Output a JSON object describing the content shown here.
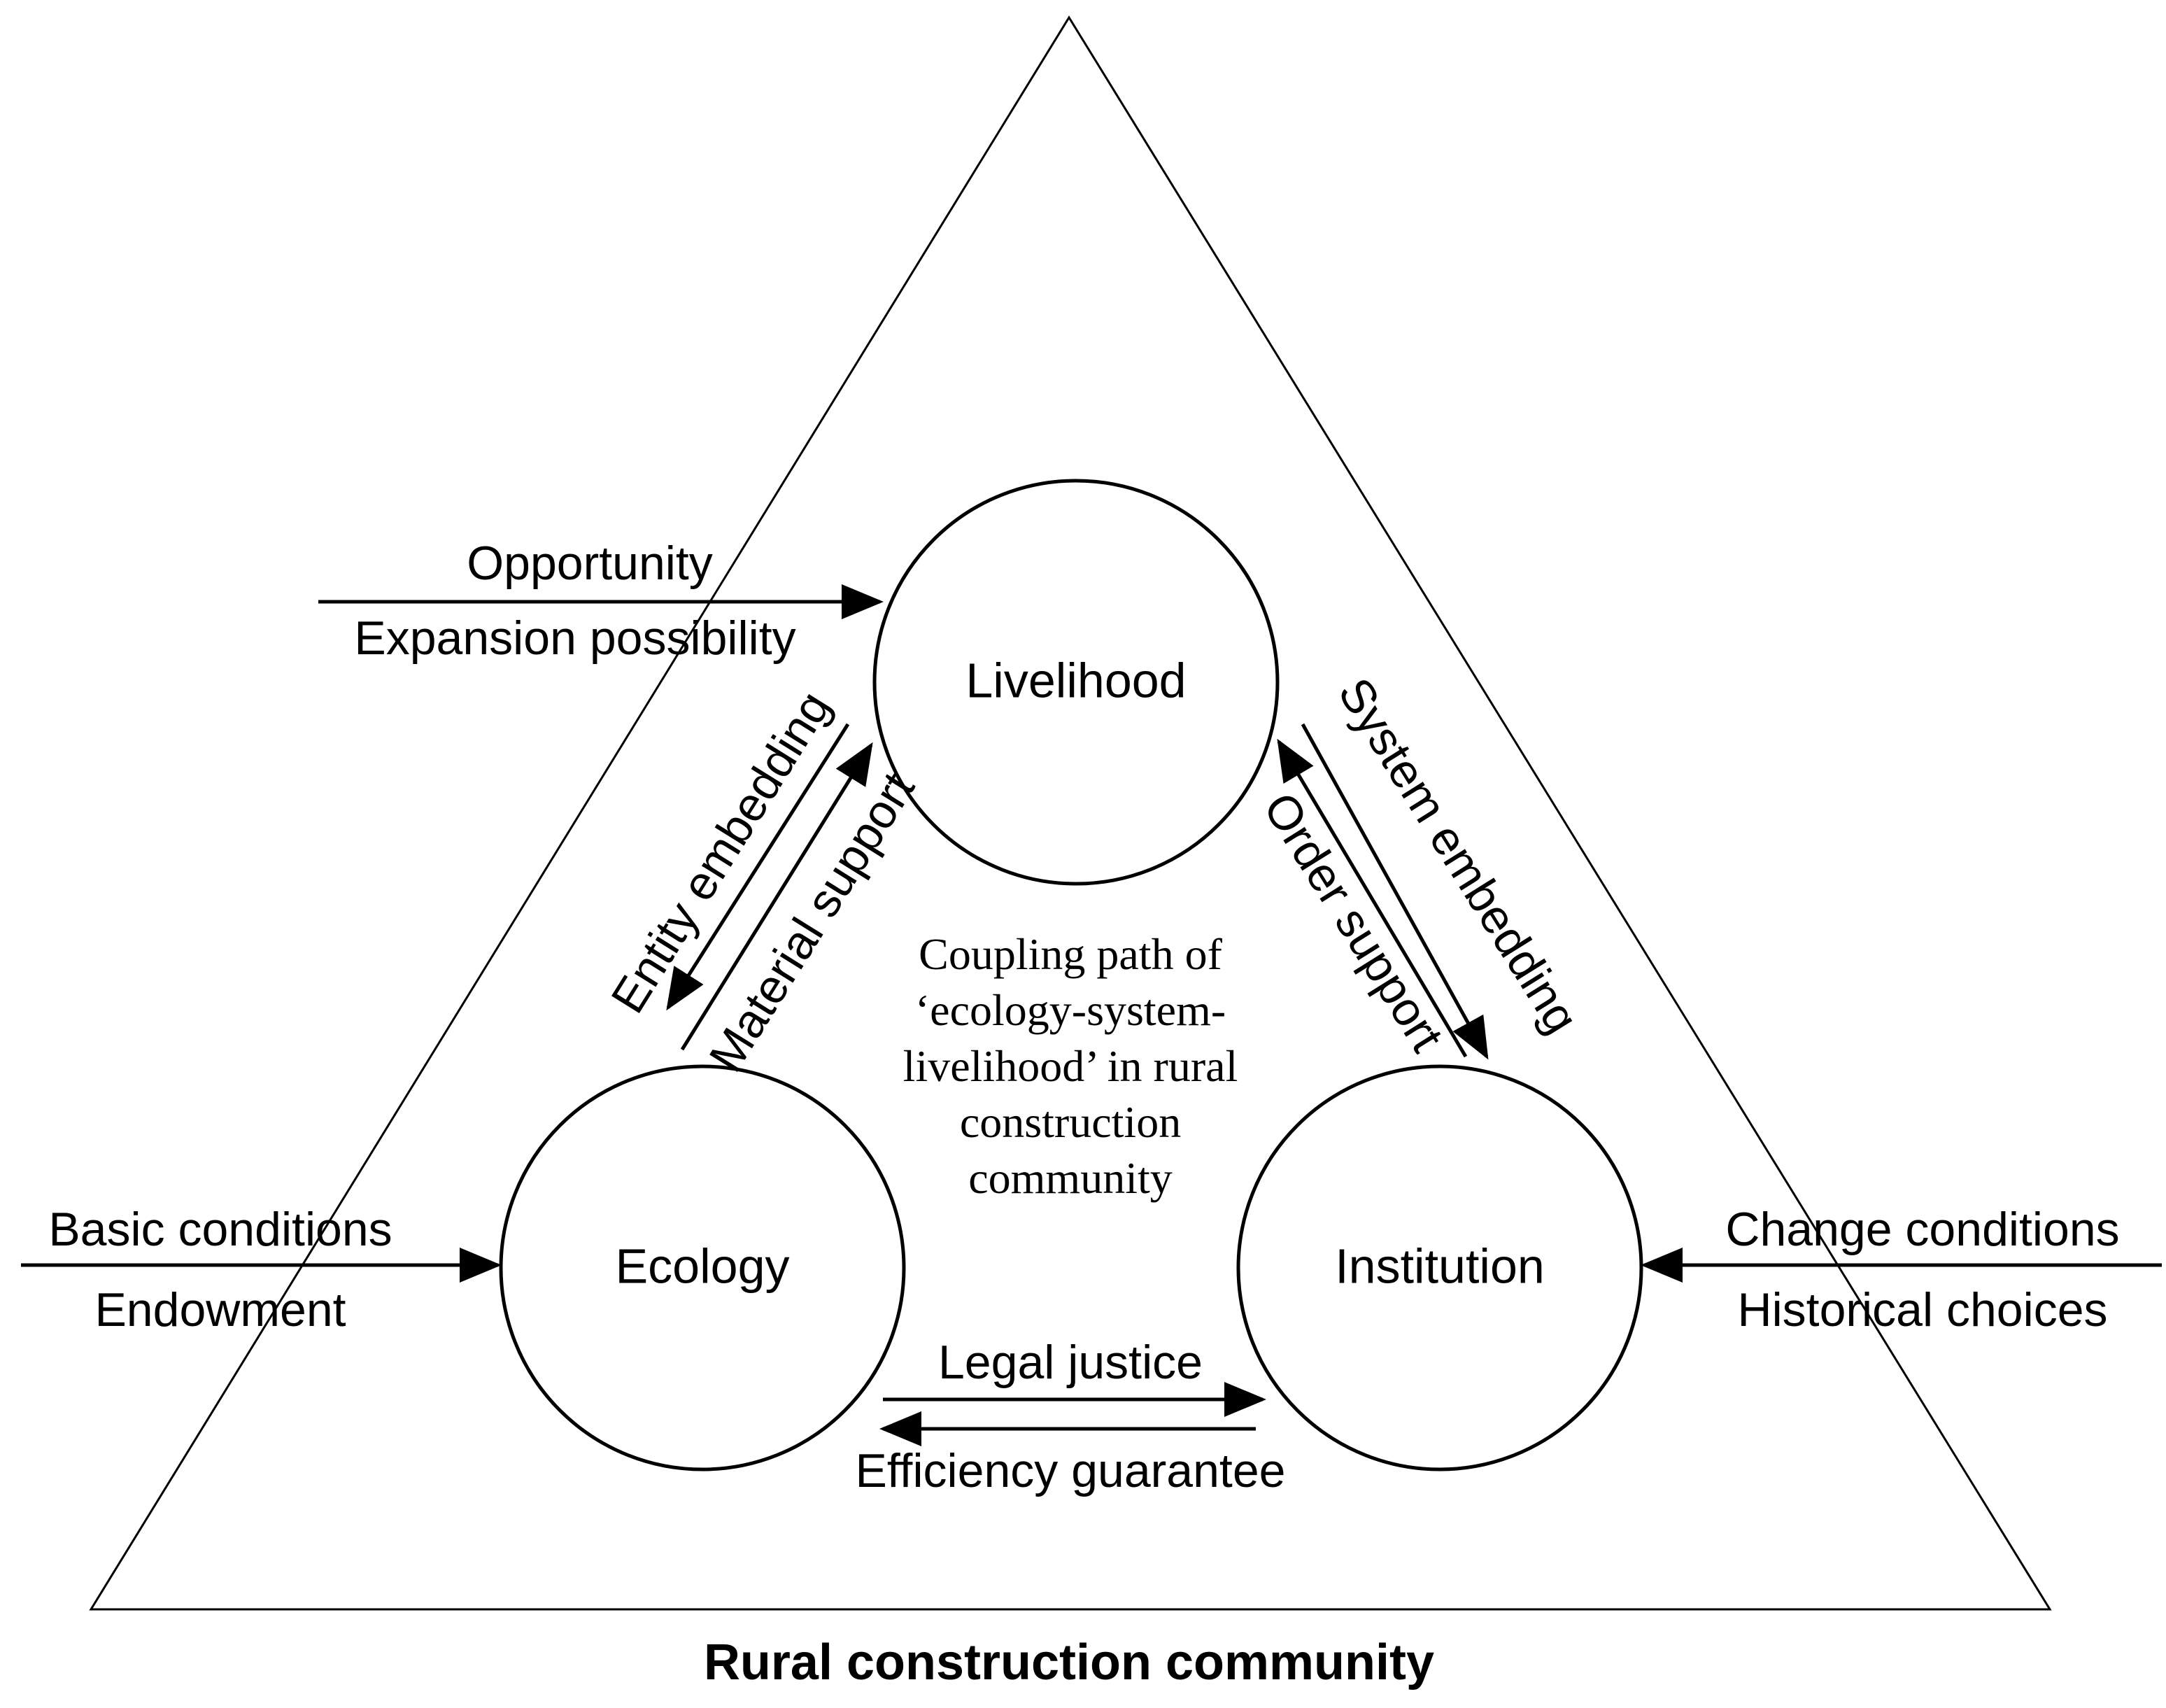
{
  "caption": "Rural construction community",
  "center_text": [
    "Coupling path of",
    "‘ecology-system-",
    "livelihood’ in rural",
    "construction",
    "community"
  ],
  "nodes": {
    "livelihood": "Livelihood",
    "ecology": "Ecology",
    "institution": "Institution"
  },
  "inputs": {
    "top_left": {
      "line1": "Opportunity",
      "line2": "Expansion possibility"
    },
    "left": {
      "line1": "Basic conditions",
      "line2": "Endowment"
    },
    "right": {
      "line1": "Change conditions",
      "line2": "Historical choices"
    }
  },
  "links": {
    "entity_embedding": "Entity embedding",
    "material_support": "Material support",
    "system_embedding": "System embedding",
    "order_support": "Order support",
    "legal_justice": "Legal justice",
    "efficiency_guarantee": "Efficiency guarantee"
  },
  "colors": {
    "stroke": "#000000",
    "background": "#ffffff"
  }
}
